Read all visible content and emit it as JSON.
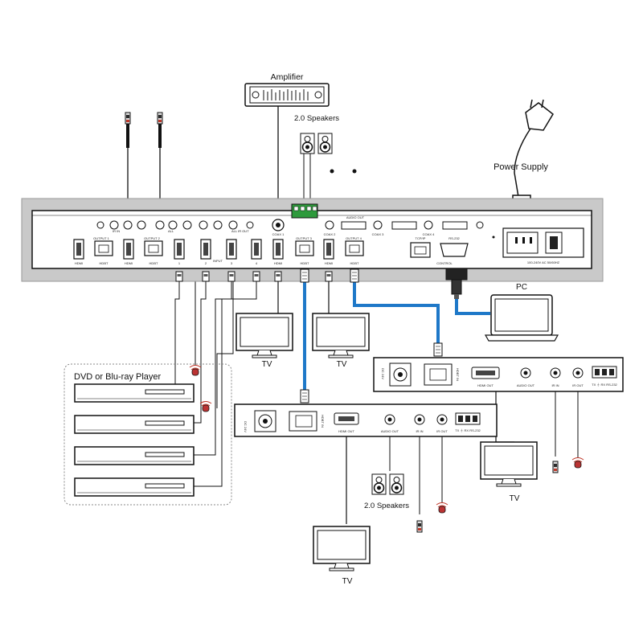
{
  "labels": {
    "amplifier": "Amplifier",
    "speakers_top": "2.0 Speakers",
    "speakers_bottom": "2.0 Speakers",
    "power_supply": "Power Supply",
    "pc": "PC",
    "dvd_group": "DVD or Blu-ray Player",
    "tv_left": "TV",
    "tv_mid": "TV",
    "tv_right": "TV",
    "tv_bottom": "TV"
  },
  "matrix": {
    "ir_in": "IR IN",
    "all": "ALL",
    "all_ir_out": "ALL IR OUT",
    "coax1": "COAX 1",
    "coax2": "COAX 2",
    "coax3": "COAX 3",
    "coax4": "COAX 4",
    "audio_out": "AUDIO OUT",
    "input": "INPUT",
    "hdmi": "HDMI",
    "hdbt": "HDBT",
    "output1": "OUTPUT 1",
    "output2": "OUTPUT 2",
    "output3": "OUTPUT 3",
    "output4": "OUTPUT 4",
    "tcp_ip": "TCP/IP",
    "rs232": "RS-232",
    "control": "CONTROL",
    "ac": "100-240V AC 50/60HZ",
    "in_nums": [
      "1",
      "2",
      "3",
      "4"
    ]
  },
  "receiver": {
    "dc": "DC 24V",
    "hdbt_in": "HDBT IN",
    "hdmi_out": "HDMI OUT",
    "audio_out": "AUDIO OUT",
    "ir_in": "IR IN",
    "ir_out": "IR OUT",
    "rs232": "TX ⏚ RX\nRS-232"
  },
  "colors": {
    "device_stroke": "#1a1a1a",
    "panel_fill": "#c9c9c9",
    "hdbt_cable": "#1e78c8",
    "terminal_green": "#2e9a3c",
    "ir_red": "#c0392b"
  }
}
